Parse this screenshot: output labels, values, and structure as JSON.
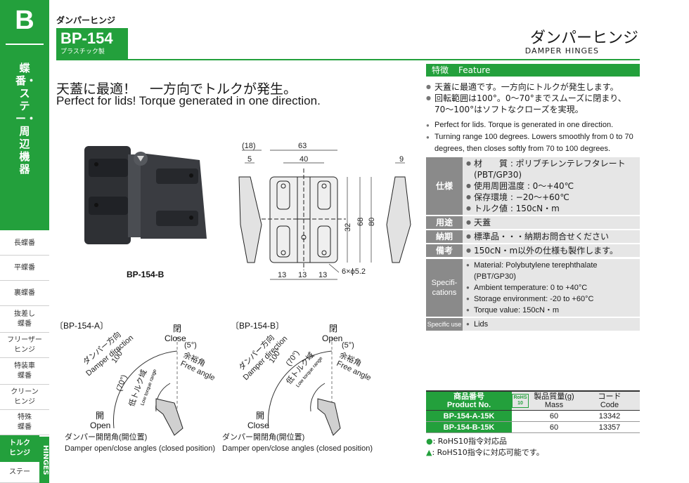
{
  "sidebar": {
    "letter": "B",
    "category": "蝶番・ステー・周辺機器",
    "items": [
      {
        "label": "長蝶番"
      },
      {
        "label": "平蝶番"
      },
      {
        "label": "裏蝶番"
      },
      {
        "label": "抜差し\n蝶番"
      },
      {
        "label": "フリーザー\nヒンジ"
      },
      {
        "label": "特装車\n蝶番"
      },
      {
        "label": "クリーン\nヒンジ"
      },
      {
        "label": "特殊\n蝶番"
      },
      {
        "label": "トルク\nヒンジ"
      },
      {
        "label": "ステー"
      }
    ],
    "vertical_text": "HINGES"
  },
  "header": {
    "category": "ダンパーヒンジ",
    "model": "BP-154",
    "material": "プラスチック製",
    "title_jp": "ダンパーヒンジ",
    "title_en": "DAMPER HINGES"
  },
  "headline": {
    "jp": "天蓋に最適！　一方向でトルクが発生。",
    "en": "Perfect for lids! Torque generated in one direction."
  },
  "feature": {
    "label_jp": "特徴",
    "label_en": "Feature",
    "jp": [
      "天蓋に最適です。一方向にトルクが発生します。",
      "回転範囲は100°。0〜70°までスムーズに閉まり、70〜100°はソフトなクローズを実現。"
    ],
    "en": [
      "Perfect for lids. Torque is generated in one direction.",
      "Turning range 100 degrees. Lowers smoothly from 0 to 70 degrees, then closes softly from 70 to 100 degrees."
    ]
  },
  "spec_jp": [
    {
      "label": "仕様",
      "values": [
        "材　　質 : ポリブチレンテレフタレート　(PBT/GP30)",
        "使用周囲温度 : 0〜+40℃",
        "保存環境 : −20〜+60℃",
        "トルク値 : 150cN・m"
      ]
    },
    {
      "label": "用途",
      "values": [
        "天蓋"
      ]
    },
    {
      "label": "納期",
      "values": [
        "標準品・・・納期お問合せください"
      ]
    },
    {
      "label": "備考",
      "values": [
        "150cN・m以外の仕様も製作します。"
      ]
    }
  ],
  "spec_en": [
    {
      "label": "Specifi-\ncations",
      "values": [
        "Material: Polybutylene terephthalate (PBT/GP30)",
        "Ambient temperature: 0 to +40°C",
        "Storage environment: -20 to +60°C",
        "Torque value: 150cN・m"
      ]
    },
    {
      "label": "Specific use",
      "values": [
        "Lids"
      ]
    }
  ],
  "product_table": {
    "headers": {
      "product": "商品番号\nProduct No.",
      "rohs": "RoHS\n10",
      "mass": "製品質量(g)\nMass",
      "code": "コード\nCode"
    },
    "rows": [
      {
        "product": "BP-154-A-15K",
        "rohs": "",
        "mass": "60",
        "code": "13342"
      },
      {
        "product": "BP-154-B-15K",
        "rohs": "",
        "mass": "60",
        "code": "13357"
      }
    ]
  },
  "legend": [
    {
      "symbol": "●",
      "text": ": RoHS10指令対応品"
    },
    {
      "symbol": "▲",
      "text": ": RoHS10指令に対応可能です。"
    }
  ],
  "drawing": {
    "photo_caption": "BP-154-B",
    "dims": {
      "d18": "(18)",
      "d63": "63",
      "d5": "5",
      "d40": "40",
      "d9": "9",
      "d32": "32",
      "d68": "68",
      "d80": "80",
      "d13a": "13",
      "d13b": "13",
      "d13c": "13",
      "holes": "6×ϕ5.2"
    },
    "diagram_a": {
      "title": "〔BP-154-A〕",
      "close_jp": "閉",
      "close_en": "Close",
      "open_jp": "開",
      "open_en": "Open",
      "angle_5": "(5°)",
      "angle_100": "100°",
      "angle_70": "(70°)",
      "damper_jp": "ダンパー方向",
      "damper_en": "Damper direction",
      "free_jp": "余裕角",
      "free_en": "Free angle",
      "torque_jp": "低トルク域",
      "torque_en": "Low torque range",
      "caption_jp": "ダンパー開閉角(開位置)",
      "caption_en": "Damper open/close angles (closed position)"
    },
    "diagram_b": {
      "title": "〔BP-154-B〕",
      "close_jp": "閉",
      "close_en": "Close",
      "open_jp": "開",
      "open_en": "Open",
      "angle_5": "(5°)",
      "angle_100": "100°",
      "angle_70": "(70°)",
      "damper_jp": "ダンパー方向",
      "damper_en": "Damper direction",
      "free_jp": "余裕角",
      "free_en": "Free angle",
      "torque_jp": "低トルク域",
      "torque_en": "Low torque range",
      "caption_jp": "ダンパー開閉角(開位置)",
      "caption_en": "Damper open/close angles (closed position)"
    }
  }
}
